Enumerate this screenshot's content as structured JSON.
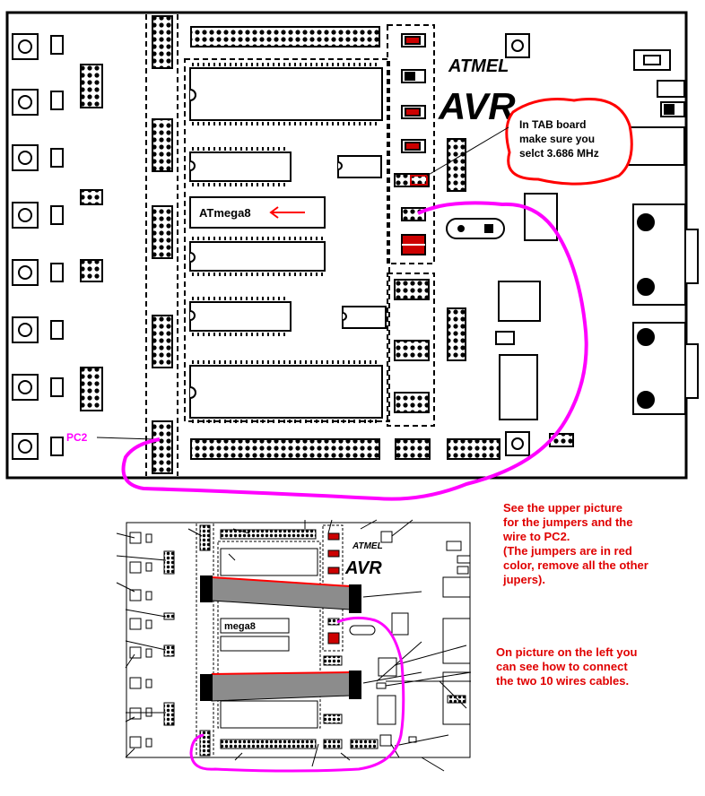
{
  "board": {
    "brand_small": "ATMEL",
    "brand_large": "AVR",
    "chip_label": "ATmega8",
    "pin_label": "PC2"
  },
  "callout": {
    "line1": "In TAB board",
    "line2": "make sure you",
    "line3": "selct 3.686 MHz"
  },
  "small_board": {
    "brand_small": "ATMEL",
    "brand_large": "AVR",
    "chip_label": "mega8"
  },
  "notes": {
    "jumpers": [
      "See the upper picture",
      "for the jumpers and the",
      "wire to PC2.",
      "(The jumpers are in red",
      "color, remove all the other",
      "jupers)."
    ],
    "cables": [
      "On picture on the left you",
      "can see how to connect",
      "the two 10 wires cables."
    ]
  },
  "colors": {
    "board_outline": "#000000",
    "jumper_red": "#cc0000",
    "wire_magenta": "#ff00ff",
    "callout_red": "#ff0000",
    "note_red": "#e00000",
    "cable_grey": "#8c8c8c"
  }
}
